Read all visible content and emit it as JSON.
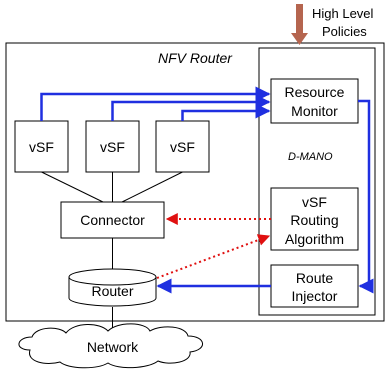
{
  "header": {
    "policies_line1": "High Level",
    "policies_line2": "Policies"
  },
  "router": {
    "title": "NFV Router"
  },
  "vsfs": [
    {
      "label": "vSF"
    },
    {
      "label": "vSF"
    },
    {
      "label": "vSF"
    }
  ],
  "connector": {
    "label": "Connector"
  },
  "router_box": {
    "label": "Router"
  },
  "network": {
    "label": "Network"
  },
  "dmano": {
    "label": "D-MANO",
    "resource_monitor": {
      "line1": "Resource",
      "line2": "Monitor"
    },
    "routing_algorithm": {
      "line1": "vSF",
      "line2": "Routing",
      "line3": "Algorithm"
    },
    "route_injector": {
      "line1": "Route",
      "line2": "Injector"
    }
  },
  "colors": {
    "control_blue": "#1f2fe0",
    "dotted_red": "#e01010",
    "policy_arrow": "#b5654f",
    "line_black": "#000000"
  }
}
